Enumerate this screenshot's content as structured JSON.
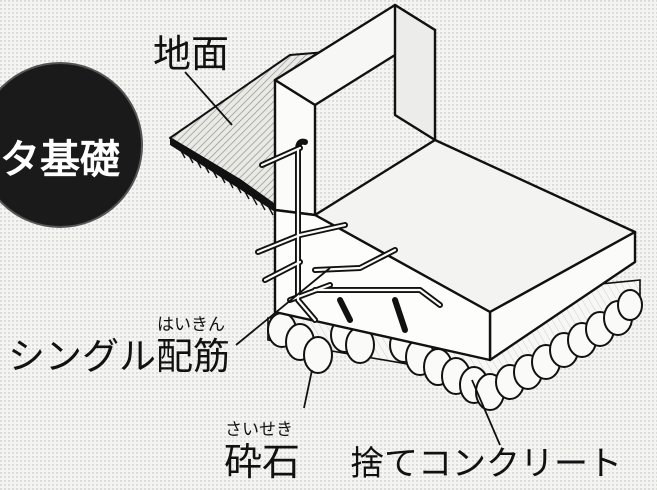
{
  "badge": {
    "text": "タ基礎"
  },
  "labels": {
    "ground": "地面",
    "rebar_reading": "はいきん",
    "rebar": "シングル配筋",
    "gravel_reading": "さいせき",
    "gravel": "砕石",
    "lean_concrete": "捨てコンクリート"
  }
}
